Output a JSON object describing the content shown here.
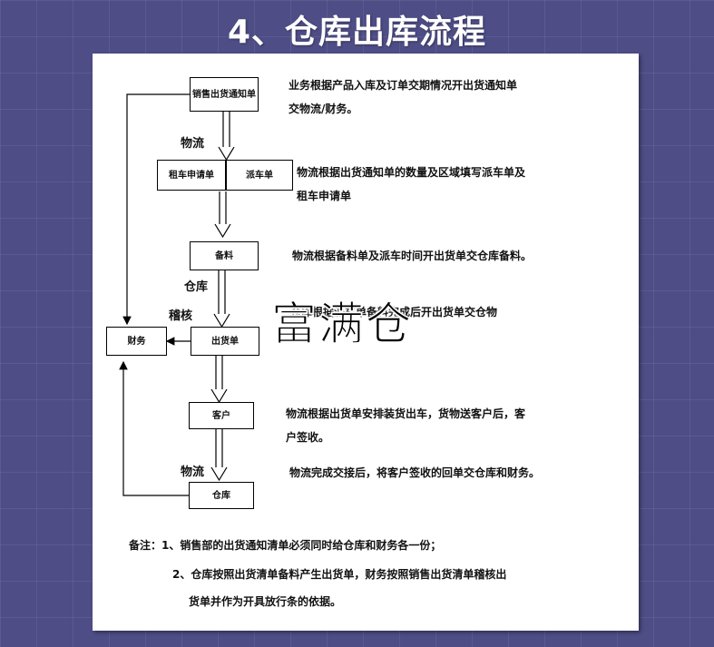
{
  "slide": {
    "title": "4、仓库出库流程"
  },
  "diagram": {
    "boxes": {
      "sales_notice": "销售出货通知单",
      "rent_request": "租车申请单",
      "dispatch": "派车单",
      "prepare": "备料",
      "delivery": "出货单",
      "finance": "财务",
      "customer": "客户",
      "warehouse": "仓库"
    },
    "side_labels": {
      "logistics_1": "物流",
      "warehouse": "仓库",
      "audit": "稽核",
      "logistics_2": "物流"
    },
    "descriptions": {
      "d1_line1": "业务根据产品入库及订单交期情况开出货通知单",
      "d1_line2": "交物流/财务。",
      "d2_line1": "物流根据出货通知单的数量及区域填写派车单及",
      "d2_line2": "租车申请单",
      "d3": "物流根据备料单及派车时间开出货单交仓库备料。",
      "d4": "仓库根据派车单备料完成后开出货单交仓物",
      "d5_line1": "物流根据出货单安排装货出车，货物送客户后，客",
      "d5_line2": "户签收。",
      "d6": "物流完成交接后，将客户签收的回单交仓库和财务。"
    },
    "notes": {
      "n1": "备注：1、销售部的出货通知清单必须同时给仓库和财务各一份；",
      "n2": "2、仓库按照出货清单备料产生出货单，财务按照销售出货清单稽核出",
      "n3": "货单并作为开具放行条的依据。"
    },
    "watermark": "富满仓"
  }
}
